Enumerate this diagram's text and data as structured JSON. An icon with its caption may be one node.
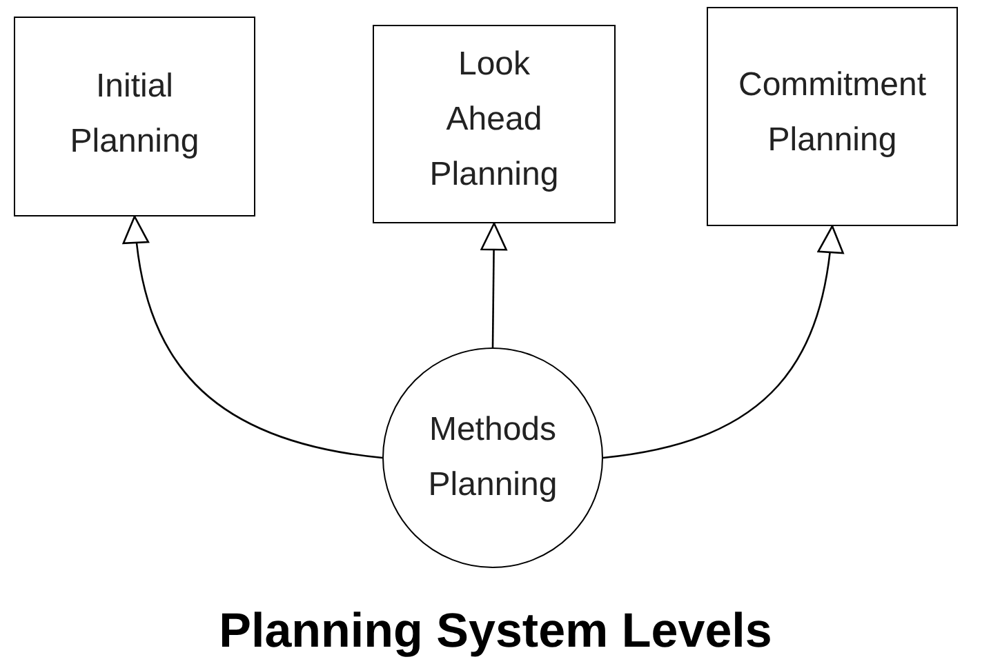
{
  "diagram": {
    "title": "Planning System Levels",
    "nodes": [
      {
        "text": [
          "Initial Planning"
        ]
      },
      {
        "text": [
          "Look Ahead Planning"
        ]
      },
      {
        "text": [
          "Commitment Planning"
        ]
      },
      {
        "text": [
          "Methods Planning"
        ]
      }
    ],
    "edges": [
      {
        "from": 3,
        "to": 0,
        "arrow": "to"
      },
      {
        "from": 3,
        "to": 1,
        "arrow": "to"
      },
      {
        "from": 3,
        "to": 2,
        "arrow": "to"
      }
    ]
  }
}
